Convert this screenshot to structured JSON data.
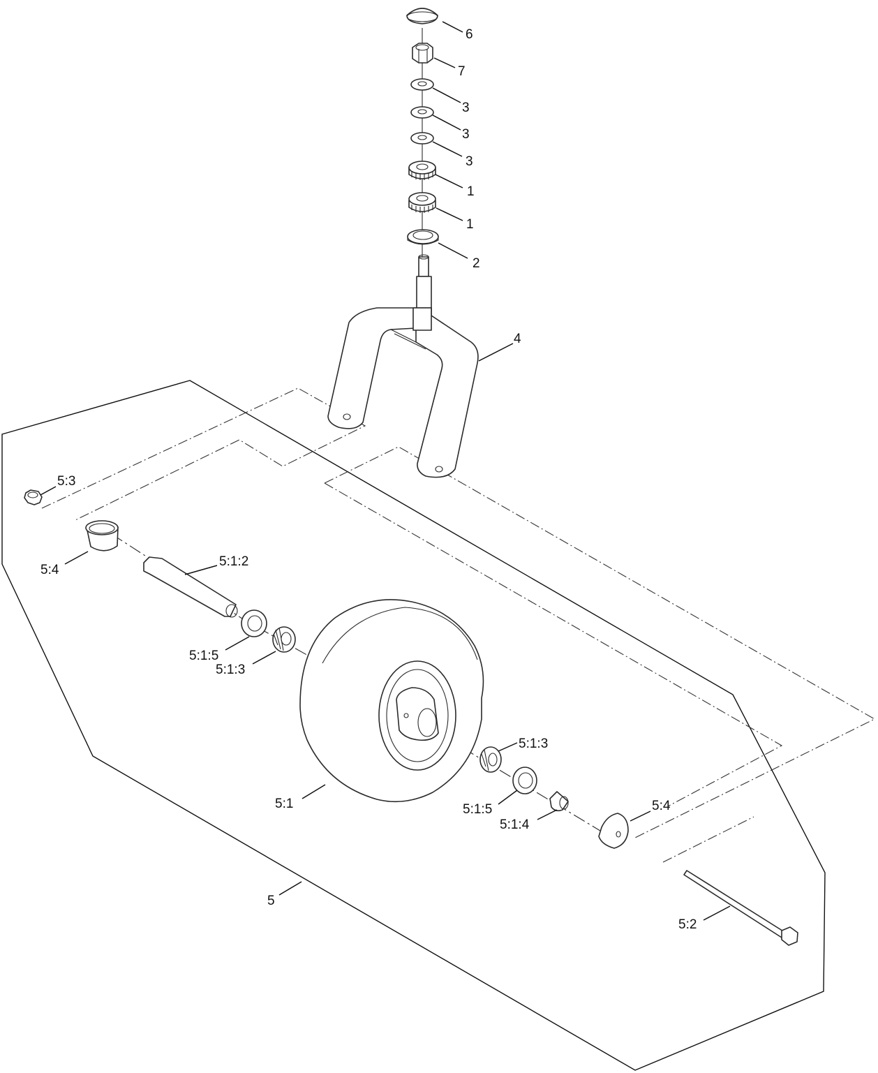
{
  "callouts": {
    "c6": "6",
    "c7": "7",
    "c3a": "3",
    "c3b": "3",
    "c3c": "3",
    "c1a": "1",
    "c1b": "1",
    "c2": "2",
    "c4": "4",
    "c5_3": "5:3",
    "c5_4_left": "5:4",
    "c5_1_2": "5:1:2",
    "c5_1_5_left": "5:1:5",
    "c5_1_3_left": "5:1:3",
    "c5_1_3_right": "5:1:3",
    "c5_1": "5:1",
    "c5_1_5_right": "5:1:5",
    "c5_1_4": "5:1:4",
    "c5_4_right": "5:4",
    "c5": "5",
    "c5_2": "5:2"
  }
}
